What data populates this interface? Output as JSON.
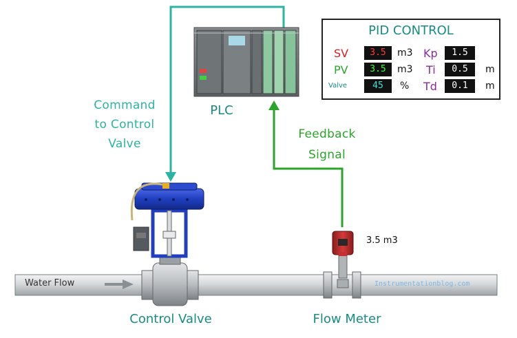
{
  "labels": {
    "command": [
      "Command",
      "to Control",
      "Valve"
    ],
    "plc": "PLC",
    "feedback": [
      "Feedback",
      "Signal"
    ],
    "control_valve": "Control Valve",
    "flow_meter": "Flow Meter",
    "water_flow": "Water Flow",
    "flow_reading": "3.5 m3",
    "watermark": "Instrumentationblog.com"
  },
  "pid": {
    "title": "PID CONTROL",
    "rows": [
      {
        "label": "SV",
        "label_color": "#d42020",
        "value": "3.5",
        "value_color": "#ff3b3b",
        "unit": "m3",
        "param": "Kp",
        "param_value": "1.5",
        "param_unit": ""
      },
      {
        "label": "PV",
        "label_color": "#2aa52a",
        "value": "3.5",
        "value_color": "#3cff3c",
        "unit": "m3",
        "param": "Ti",
        "param_value": "0.5",
        "param_unit": "m"
      },
      {
        "label": "Valve",
        "label_color": "#178c82",
        "value": "45",
        "value_color": "#3fe0d0",
        "unit": "%",
        "param": "Td",
        "param_value": "0.1",
        "param_unit": "m"
      }
    ],
    "param_color": "#8a2aa0"
  },
  "colors": {
    "command_line": "#2bb3a3",
    "feedback_line": "#2aa52a",
    "pipe": "#c9cdd0",
    "actuator": "#1f3fc0"
  },
  "icons": [
    "plc-rack-icon",
    "control-valve-icon",
    "flow-meter-icon",
    "flow-arrow-icon"
  ]
}
